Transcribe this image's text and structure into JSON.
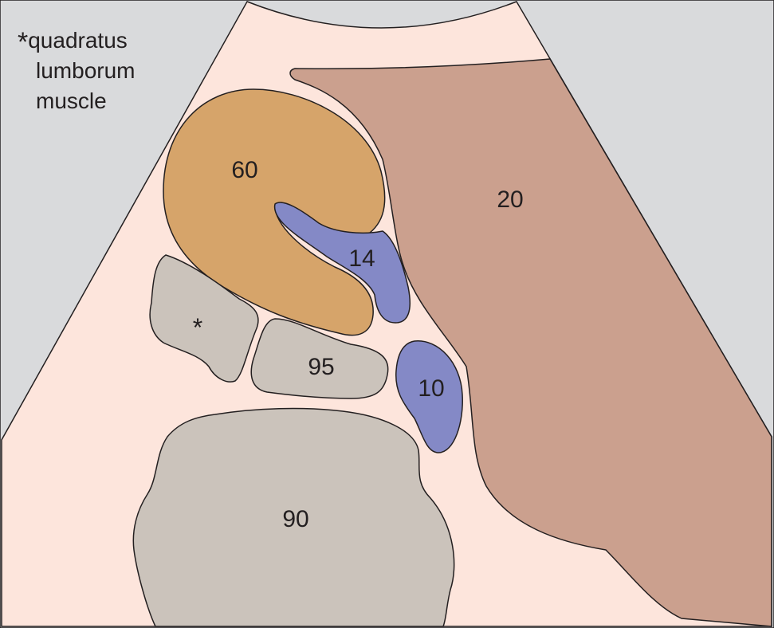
{
  "legend": {
    "asterisk": "*",
    "line1": "quadratus",
    "line2": "lumborum",
    "line3": "muscle"
  },
  "labels": {
    "l60": "60",
    "l20": "20",
    "l14": "14",
    "l10": "10",
    "l95": "95",
    "l90": "90",
    "star": "*"
  },
  "colors": {
    "background": "#d9dadc",
    "fan": "#fde5dc",
    "region_20": "#cba08e",
    "region_60": "#d6a46a",
    "vessel": "#8489c6",
    "grey_structure": "#cbc3bb",
    "outline": "#231f20"
  }
}
